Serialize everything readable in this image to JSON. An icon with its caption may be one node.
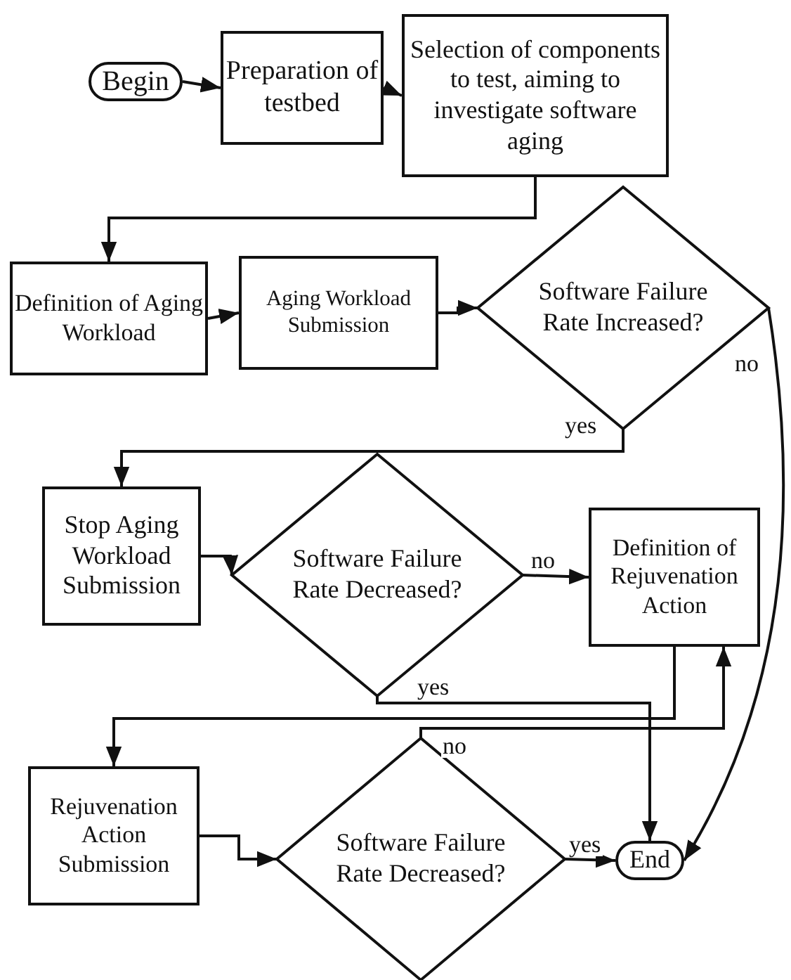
{
  "diagram": {
    "nodes": [
      {
        "text": [
          "Begin"
        ]
      },
      {
        "text": [
          "Preparation of testbed"
        ]
      },
      {
        "text": [
          "Selection of components to test, aiming to investigate software aging"
        ]
      },
      {
        "text": [
          "Definition of Aging Workload"
        ]
      },
      {
        "text": [
          "Aging Workload Submission"
        ]
      },
      {
        "text": [
          "Software Failure Rate Increased?"
        ]
      },
      {
        "text": [
          "Stop Aging Workload Submission"
        ]
      },
      {
        "text": [
          "Software Failure Rate Decreased?"
        ]
      },
      {
        "text": [
          "Definition of Rejuvenation Action"
        ]
      },
      {
        "text": [
          "Rejuvenation Action Submission"
        ]
      },
      {
        "text": [
          "Software Failure Rate Decreased?"
        ]
      },
      {
        "text": [
          "End"
        ]
      }
    ],
    "edges": [
      {
        "from": 0,
        "to": 1,
        "arrow": "to"
      },
      {
        "from": 1,
        "to": 2,
        "arrow": "to"
      },
      {
        "from": 2,
        "to": 3,
        "arrow": "to"
      },
      {
        "from": 3,
        "to": 4,
        "arrow": "to"
      },
      {
        "from": 4,
        "to": 5,
        "arrow": "to"
      },
      {
        "from": 5,
        "to": 6,
        "arrow": "to",
        "label": "yes"
      },
      {
        "from": 5,
        "to": 11,
        "arrow": "to",
        "label": "no"
      },
      {
        "from": 6,
        "to": 7,
        "arrow": "to"
      },
      {
        "from": 7,
        "to": 8,
        "arrow": "to",
        "label": "no"
      },
      {
        "from": 7,
        "to": 11,
        "arrow": "to",
        "label": "yes"
      },
      {
        "from": 8,
        "to": 9,
        "arrow": "to"
      },
      {
        "from": 9,
        "to": 10,
        "arrow": "to"
      },
      {
        "from": 10,
        "to": 8,
        "arrow": "to",
        "label": "no"
      },
      {
        "from": 10,
        "to": 11,
        "arrow": "to",
        "label": "yes"
      }
    ]
  }
}
